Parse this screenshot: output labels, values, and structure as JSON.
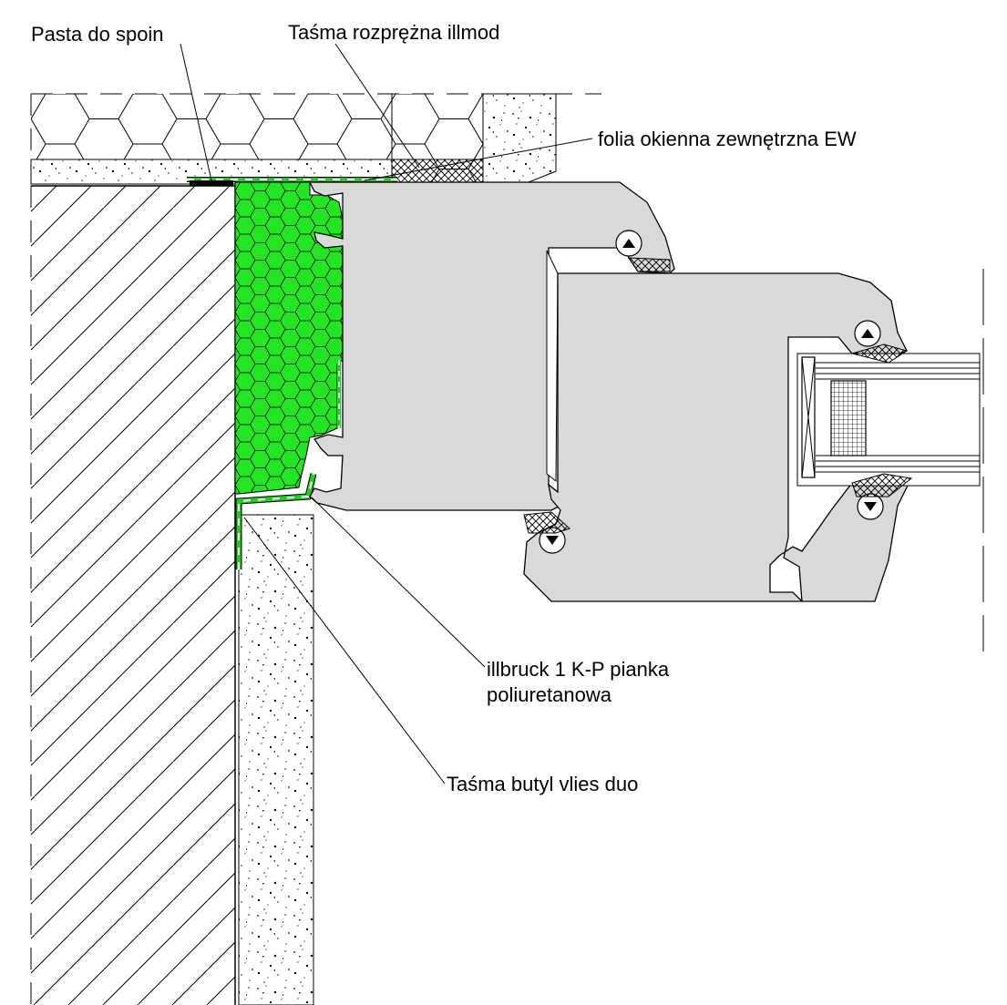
{
  "labels": {
    "paste": "Pasta do spoin",
    "expansion_tape": "Taśma rozprężna illmod",
    "window_foil": "folia okienna zewnętrzna EW",
    "foam_line1": "illbruck 1 K-P pianka",
    "foam_line2": "poliuretanowa",
    "butyl_tape": "Taśma butyl vlies duo"
  },
  "colors": {
    "foam": "#22e622",
    "profile": "#d9d9d9",
    "foil": "#22cc22",
    "line": "#000000"
  }
}
